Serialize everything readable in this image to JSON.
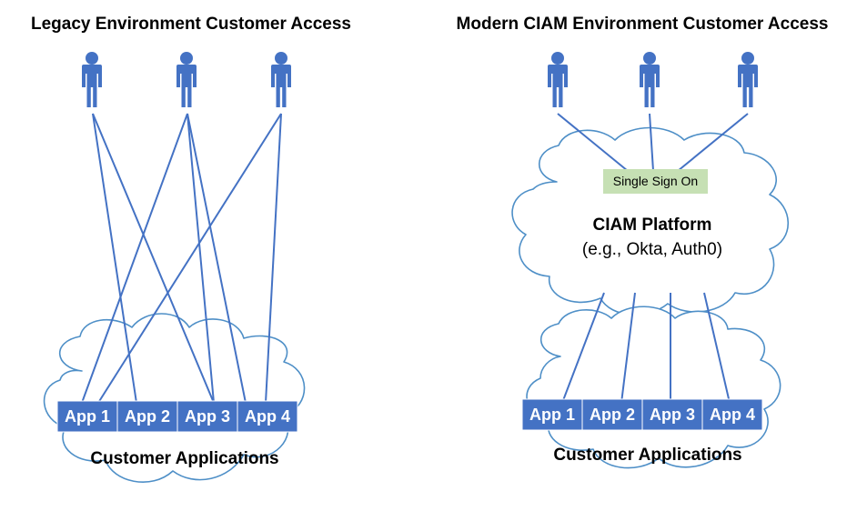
{
  "colors": {
    "accent": "#4472c4",
    "line": "#4472c4",
    "cloud_stroke": "#4e8fc7",
    "sso_fill": "#c6e0b4"
  },
  "legacy": {
    "title": "Legacy Environment Customer Access",
    "users": [
      "person-icon",
      "person-icon",
      "person-icon"
    ],
    "apps": [
      "App 1",
      "App 2",
      "App 3",
      "App 4"
    ],
    "cloud_label": "Customer Applications"
  },
  "modern": {
    "title": "Modern CIAM Environment Customer Access",
    "users": [
      "person-icon",
      "person-icon",
      "person-icon"
    ],
    "sso_label": "Single Sign On",
    "platform_title": "CIAM Platform",
    "platform_subtitle": "(e.g., Okta, Auth0)",
    "apps": [
      "App 1",
      "App 2",
      "App 3",
      "App 4"
    ],
    "cloud_label": "Customer Applications"
  }
}
